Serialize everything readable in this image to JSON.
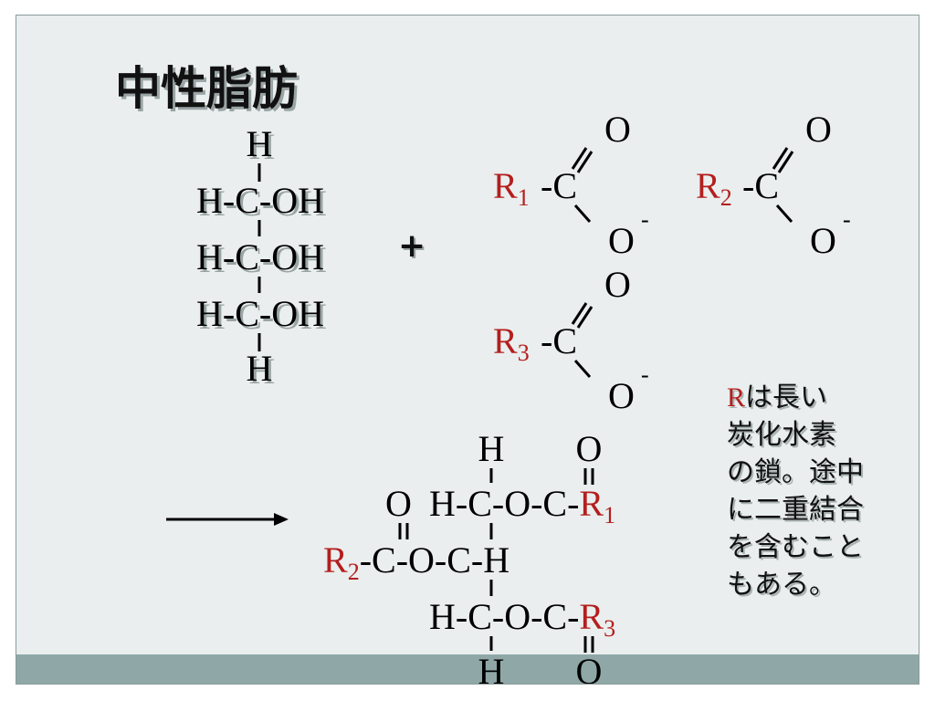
{
  "title": "中性脂肪",
  "glycerol": {
    "top_h": "H",
    "rows": [
      "H-C-OH",
      "H-C-OH",
      "H-C-OH"
    ],
    "bottom_h": "H"
  },
  "plus": "+",
  "fatty_acids": [
    {
      "r": "R",
      "sub": "1",
      "c": "-C",
      "o_double": "O",
      "o_single": "O",
      "charge": "-"
    },
    {
      "r": "R",
      "sub": "2",
      "c": "-C",
      "o_double": "O",
      "o_single": "O",
      "charge": "-"
    },
    {
      "r": "R",
      "sub": "3",
      "c": "-C",
      "o_double": "O",
      "o_single": "O",
      "charge": "-"
    }
  ],
  "note": {
    "r": "R",
    "line1_rest": "は長い",
    "lines": [
      "炭化水素",
      "の鎖。途中",
      "に二重結合",
      "を含むこと",
      "もある。"
    ]
  },
  "product": {
    "top_h": "H",
    "top_o": "O",
    "row1_left_o": "O",
    "row1": "H-C-O-C-",
    "row1_r": "R",
    "row1_sub": "1",
    "row2_r": "R",
    "row2_sub": "2",
    "row2": "-C-O-C-H",
    "row3": "H-C-O-C-",
    "row3_r": "R",
    "row3_sub": "3",
    "bottom_h": "H",
    "bottom_o": "O"
  },
  "colors": {
    "r_group": "#b41e1e",
    "footer_bar": "#8fa8a7",
    "slide_bg": "#eaeeee"
  }
}
